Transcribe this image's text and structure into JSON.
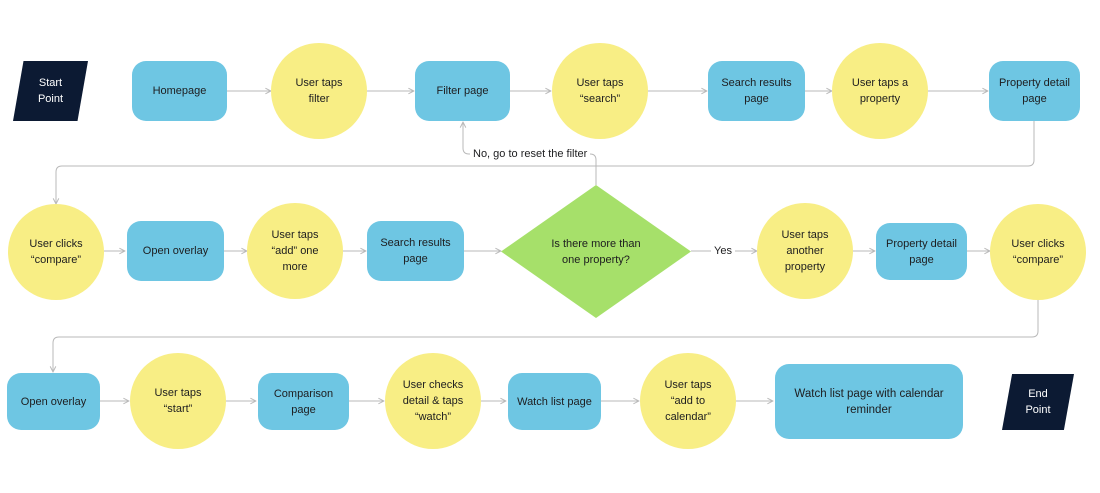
{
  "terminals": {
    "start": "Start\nPoint",
    "end": "End\nPoint"
  },
  "row1": [
    "Homepage",
    "User taps\nfilter",
    "Filter page",
    "User taps\n“search”",
    "Search results\npage",
    "User taps a\nproperty",
    "Property detail\npage"
  ],
  "row2": [
    "User clicks\n“compare”",
    "Open overlay",
    "User taps\n“add” one\nmore",
    "Search results\npage",
    "Is there more than\none property?",
    "User taps\nanother\nproperty",
    "Property detail\npage",
    "User clicks\n“compare”"
  ],
  "row3": [
    "Open overlay",
    "User taps\n“start”",
    "Comparison\npage",
    "User checks\ndetail & taps\n“watch”",
    "Watch list page",
    "User taps\n“add to\ncalendar”",
    "Watch list page with calendar\nreminder"
  ],
  "edge_labels": {
    "no": "No, go to reset the filter",
    "yes": "Yes"
  },
  "colors": {
    "rect": "#6ec6e3",
    "circle": "#f8ee85",
    "diamond": "#a6e06a",
    "terminal": "#0c1a33",
    "line": "#b9b9b9"
  }
}
